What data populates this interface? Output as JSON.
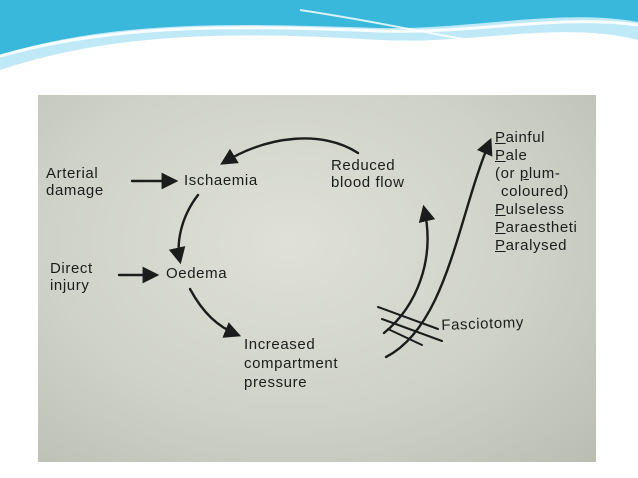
{
  "colors": {
    "header_teal": "#39b8dc",
    "header_light": "#bfe9f6",
    "paper": "#d6d9cf",
    "ink": "#1b1d1c"
  },
  "diagram": {
    "nodes": {
      "arterial_damage": [
        "Arterial",
        "damage"
      ],
      "ischaemia": "Ischaemia",
      "reduced_blood_flow": [
        "Reduced",
        "blood flow"
      ],
      "direct_injury": [
        "Direct",
        "injury"
      ],
      "oedema": "Oedema",
      "increased_compartment_pressure": [
        "Increased",
        "compartment",
        "pressure"
      ],
      "fasciotomy": "Fasciotomy"
    },
    "signs": [
      {
        "first": "P",
        "rest": "ainful"
      },
      {
        "first": "P",
        "rest": "ale"
      },
      {
        "prefix": "(or ",
        "first": "p",
        "rest": "lum-"
      },
      {
        "plain": "coloured)"
      },
      {
        "first": "P",
        "rest": "ulseless"
      },
      {
        "first": "P",
        "rest": "araestheti"
      },
      {
        "first": "P",
        "rest": "aralysed"
      }
    ]
  }
}
